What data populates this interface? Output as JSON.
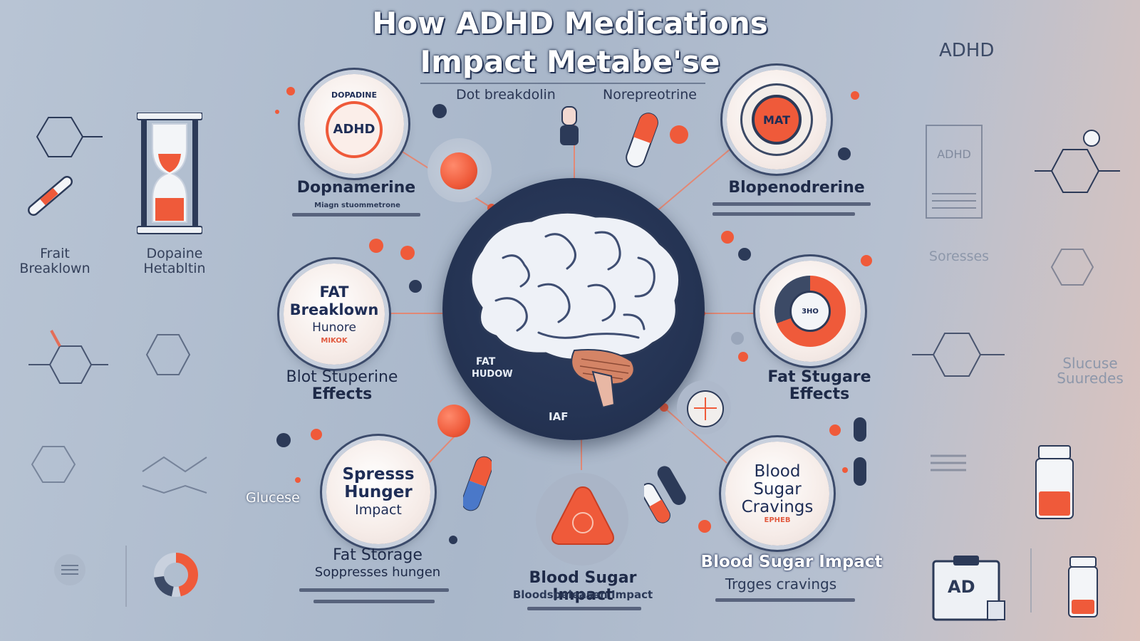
{
  "title": {
    "line1": "How ADHD Medications",
    "line2": "Impact Metabe'se"
  },
  "top_labels": {
    "left": "Dot breakdolin",
    "right": "Norepreotrine"
  },
  "corner_tag": "ADHD",
  "left_panel": {
    "fat_breakdown": {
      "line1": "Frait",
      "line2": "Breaklown"
    },
    "dopamine": {
      "line1": "Dopaine",
      "line2": "Hetabltin"
    },
    "glucose": "Glucese"
  },
  "right_panel": {
    "suppresses": "Soresses",
    "glucose": {
      "line1": "Slucuse",
      "line2": "Suuredes"
    },
    "clipboard_text": "AD"
  },
  "nodes": {
    "dopamine": {
      "badge_top": "DOPADINE",
      "badge": "ADHD",
      "title": "Dopnamerine",
      "desc": "Miagn stuommetrone"
    },
    "norepinephrine": {
      "badge": "MAT",
      "title": "Blopenodrerine"
    },
    "fat_breakdown": {
      "line1": "FAT",
      "line2": "Breaklown",
      "line3": "Hunore",
      "sub": "MIKOK"
    },
    "blood_effects": {
      "line1": "Blot Stuperine",
      "line2": "Effects"
    },
    "fat_sugar": {
      "line1": "Fat Stugare",
      "line2": "Effects"
    },
    "timer_center": "3HO",
    "suppress": {
      "line1": "Spresss",
      "line2": "Hunger",
      "line3": "Impact"
    },
    "blood_sugar_cravings": {
      "line1": "Blood",
      "line2": "Sugar",
      "line3": "Cravings",
      "sub": "EPHEB"
    },
    "fat_storage": {
      "line1": "Fat Storage",
      "line2": "Soppresses hungen"
    },
    "blood_sugar_impact_center": {
      "line1": "Blood Sugar Impact",
      "line2": "Bloodspeleasen Impact"
    },
    "blood_sugar_impact_right": {
      "line1": "Blood Sugar Impact",
      "line2": "Trgges cravings"
    }
  },
  "brain_labels": {
    "fat": "FAT",
    "hudow": "HUDOW",
    "iaf": "IAF"
  },
  "colors": {
    "accent": "#ef5a3a",
    "navy": "#1f2b47",
    "title": "#ffffff"
  },
  "icons": [
    "hourglass-icon",
    "hexagon-molecule-icon",
    "bone-icon",
    "pill-capsule-icon",
    "brain-icon",
    "target-icon",
    "pill-bottle-icon",
    "clipboard-icon",
    "donut-chart-icon",
    "triangle-pill-icon"
  ]
}
